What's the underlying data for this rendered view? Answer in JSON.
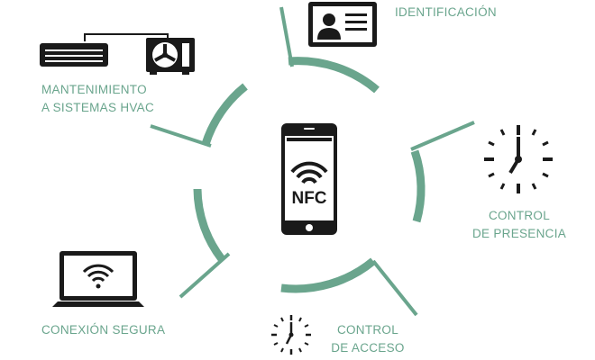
{
  "colors": {
    "accent": "#6aa58d",
    "label": "#6aa58d",
    "icon": "#1a1a1a",
    "screen": "#ffffff"
  },
  "center": {
    "icon": "smartphone-nfc-icon",
    "label": "NFC"
  },
  "items": [
    {
      "key": "identification",
      "icon": "id-card-icon",
      "lines": [
        "IDENTIFICACIÓN"
      ]
    },
    {
      "key": "hvac",
      "icon": "air-conditioner-icon",
      "lines": [
        "MANTENIMIENTO",
        "A SISTEMAS HVAC"
      ]
    },
    {
      "key": "presence",
      "icon": "clock-icon",
      "lines": [
        "CONTROL",
        "DE PRESENCIA"
      ]
    },
    {
      "key": "access",
      "icon": "clock-icon",
      "lines": [
        "CONTROL",
        "DE ACCESO"
      ]
    },
    {
      "key": "connection",
      "icon": "laptop-wifi-icon",
      "lines": [
        "CONEXIÓN SEGURA"
      ]
    }
  ]
}
